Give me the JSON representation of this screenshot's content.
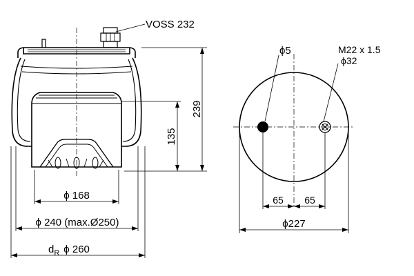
{
  "colors": {
    "line": "#000000",
    "background": "#ffffff"
  },
  "side_view": {
    "connector_label": "VOSS 232",
    "height_total": "239",
    "height_piston": "135",
    "piston_diameter": "ϕ 168",
    "bellow_diameter": "ϕ 240 (max.Ø250)",
    "outer_diameter_symbol": "d",
    "outer_diameter_subscript": "R",
    "outer_diameter_value": "ϕ 260"
  },
  "top_view": {
    "small_hole_label": "ϕ5",
    "thread_label_line1": "M22 x 1.5",
    "thread_label_line2": "ϕ32",
    "offset_left": "65",
    "offset_right": "65",
    "plate_diameter": "ϕ227"
  }
}
